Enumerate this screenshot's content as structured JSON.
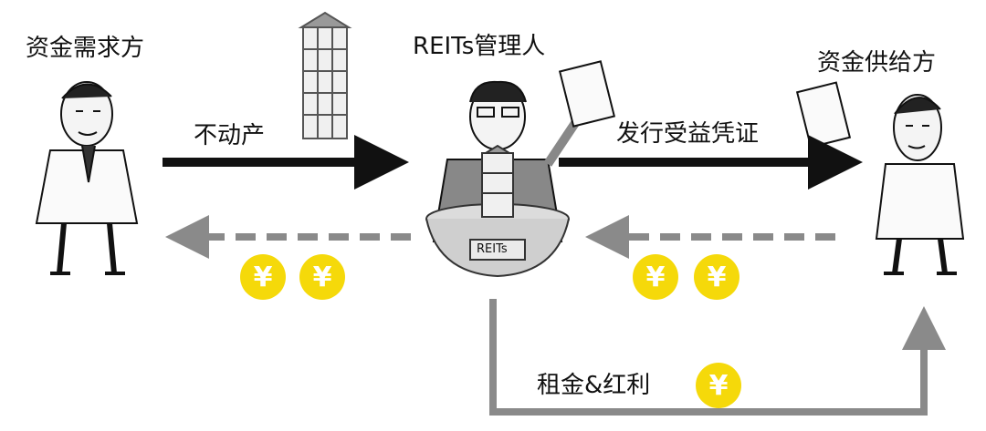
{
  "diagram": {
    "demand_side_label": "资金需求方",
    "manager_label": "REITs管理人",
    "supply_side_label": "资金供给方",
    "asset_flow_label": "不动产",
    "certificate_flow_label": "发行受益凭证",
    "return_flow_label": "租金&红利",
    "bowl_label": "REITs",
    "coin_symbol": "¥"
  },
  "colors": {
    "solid_arrow": "#111111",
    "dashed_arrow": "#8a8a8a",
    "return_arrow": "#8a8a8a",
    "coin": "#f5d90a"
  }
}
